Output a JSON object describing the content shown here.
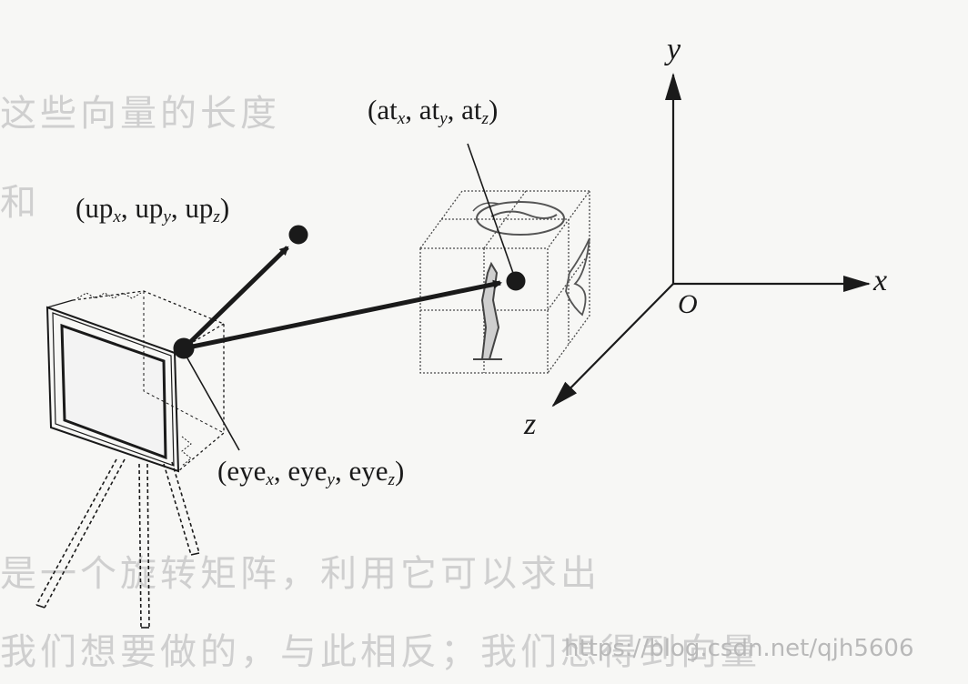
{
  "background_text": [
    "这些向量的长度",
    "和",
    "是一个旋转矩阵，利用它可以求出",
    "我们想要做的，与此相反；我们想得到向量"
  ],
  "labels": {
    "up": {
      "base": "(up",
      "x": "x",
      "sep1": ", up",
      "y": "y",
      "sep2": ", up",
      "z": "z",
      "end": ")"
    },
    "at": {
      "base": "(at",
      "x": "x",
      "sep1": ", at",
      "y": "y",
      "sep2": ", at",
      "z": "z",
      "end": ")"
    },
    "eye": {
      "base": "(eye",
      "x": "x",
      "sep1": ", eye",
      "y": "y",
      "sep2": ", eye",
      "z": "z",
      "end": ")"
    }
  },
  "axes": {
    "x": "x",
    "y": "y",
    "z": "z",
    "origin": "O"
  },
  "watermark": "https://blog.csdn.net/qjh5606",
  "colors": {
    "ink": "#1a1a1a",
    "ghost": "#cfcfcf",
    "paper": "#f7f7f5"
  }
}
